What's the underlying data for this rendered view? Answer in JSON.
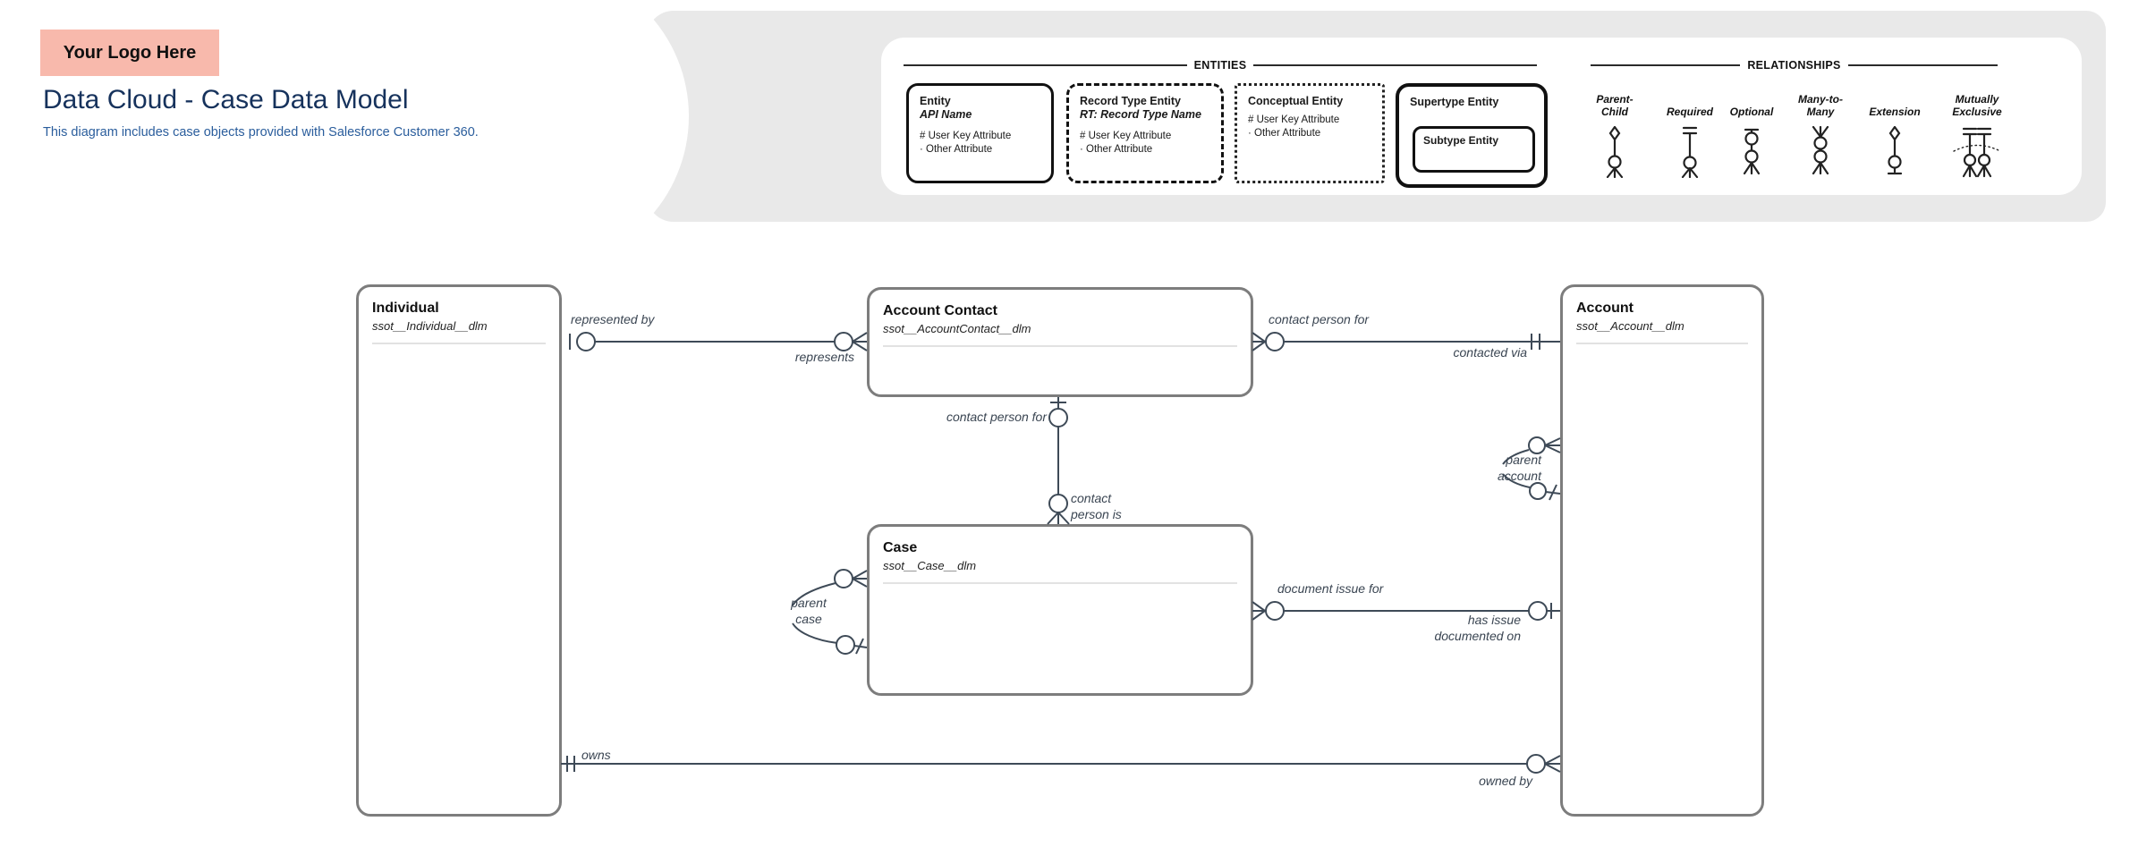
{
  "header": {
    "logo_text": "Your Logo Here",
    "title": "Data Cloud - Case Data Model",
    "subtitle": "This diagram includes case objects provided with Salesforce Customer 360."
  },
  "legend": {
    "entities_section_title": "ENTITIES",
    "relationships_section_title": "RELATIONSHIPS",
    "entity_box": {
      "title": "Entity",
      "subtitle": "API Name",
      "attrs": [
        "# User Key Attribute",
        "· Other Attribute"
      ]
    },
    "record_type_box": {
      "title": "Record Type Entity",
      "subtitle": "RT: Record Type Name",
      "attrs": [
        "# User Key Attribute",
        "· Other Attribute"
      ]
    },
    "conceptual_box": {
      "title": "Conceptual Entity",
      "attrs": [
        "# User Key Attribute",
        "· Other Attribute"
      ]
    },
    "supertype_box": {
      "title": "Supertype Entity",
      "subtype_title": "Subtype Entity"
    },
    "relationship_types": [
      {
        "label": "Parent-\nChild",
        "icon": "parent-child"
      },
      {
        "label": "Required",
        "icon": "required"
      },
      {
        "label": "Optional",
        "icon": "optional"
      },
      {
        "label": "Many-to-\nMany",
        "icon": "many-to-many"
      },
      {
        "label": "Extension",
        "icon": "extension"
      },
      {
        "label": "Mutually\nExclusive",
        "icon": "mutually-exclusive"
      }
    ]
  },
  "entities": {
    "individual": {
      "name": "Individual",
      "api_name": "ssot__Individual__dlm"
    },
    "account_contact": {
      "name": "Account Contact",
      "api_name": "ssot__AccountContact__dlm"
    },
    "case": {
      "name": "Case",
      "api_name": "ssot__Case__dlm"
    },
    "account": {
      "name": "Account",
      "api_name": "ssot__Account__dlm"
    }
  },
  "relationships": {
    "individual_account_contact": {
      "from_label": "represented by",
      "to_label": "represents"
    },
    "account_contact_account": {
      "from_label": "contact person for",
      "to_label": "contacted via"
    },
    "account_contact_case": {
      "from_label": "contact person for",
      "to_label": "contact\nperson is"
    },
    "case_self": {
      "label": "parent\ncase"
    },
    "case_account": {
      "from_label": "document issue for",
      "to_label": "has issue\ndocumented on"
    },
    "account_self": {
      "label": "parent\naccount"
    },
    "individual_account": {
      "from_label": "owns",
      "to_label": "owned by"
    }
  },
  "colors": {
    "title_navy": "#16325c",
    "subtitle_blue": "#2a5d9c",
    "logo_background": "#f8b9ac",
    "band_gray": "#e9e9e9",
    "wire_slate": "#3e4a57",
    "entity_border_gray": "#7d7d7d"
  }
}
